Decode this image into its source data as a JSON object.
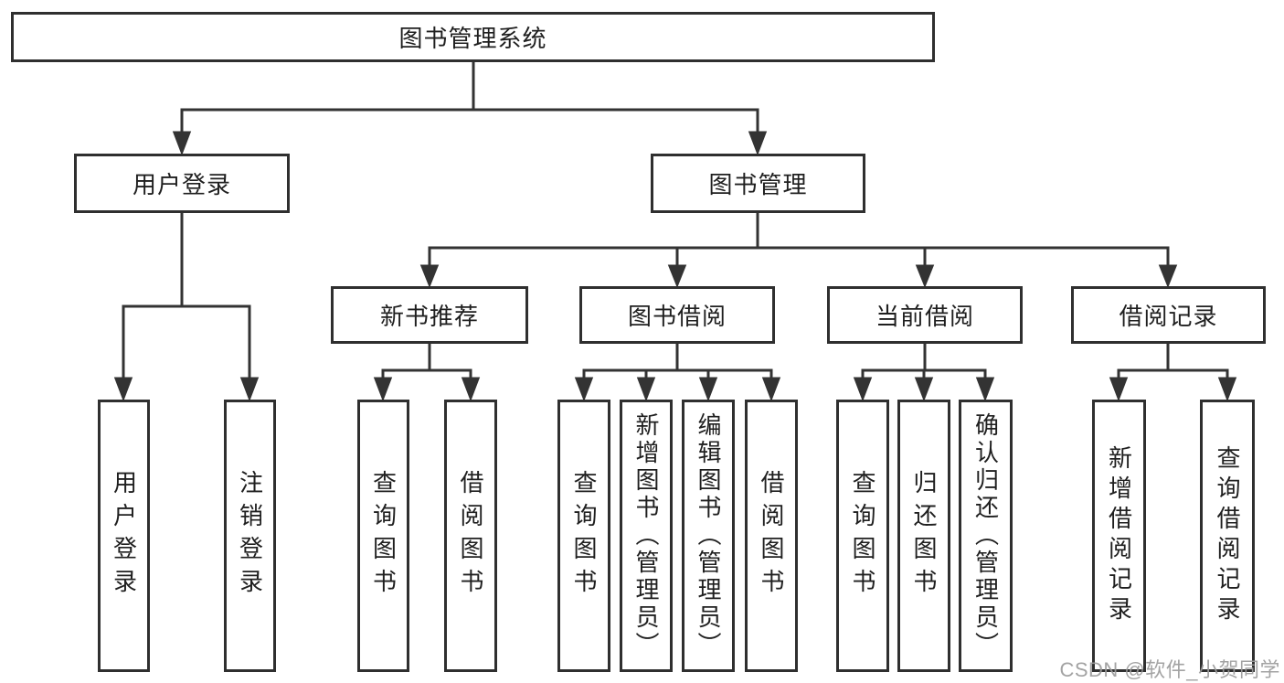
{
  "tree": {
    "root": {
      "label": "图书管理系统"
    },
    "branches": [
      {
        "label": "用户登录",
        "children": [
          {
            "label": "用户登录"
          },
          {
            "label": "注销登录"
          }
        ]
      },
      {
        "label": "图书管理",
        "children": [
          {
            "label": "新书推荐",
            "children": [
              {
                "label": "查询图书"
              },
              {
                "label": "借阅图书"
              }
            ]
          },
          {
            "label": "图书借阅",
            "children": [
              {
                "label": "查询图书"
              },
              {
                "label": "新增图书（管理员）"
              },
              {
                "label": "编辑图书（管理员）"
              },
              {
                "label": "借阅图书"
              }
            ]
          },
          {
            "label": "当前借阅",
            "children": [
              {
                "label": "查询图书"
              },
              {
                "label": "归还图书"
              },
              {
                "label": "确认归还（管理员）"
              }
            ]
          },
          {
            "label": "借阅记录",
            "children": [
              {
                "label": "新增借阅记录"
              },
              {
                "label": "查询借阅记录"
              }
            ]
          }
        ]
      }
    ]
  },
  "watermark": {
    "text": "CSDN @软件_小贺同学"
  },
  "colors": {
    "line": "#333333",
    "box_border": "#2f2f2f",
    "text": "#1f1f1f",
    "watermark": "#9c9c9c",
    "background": "#ffffff"
  }
}
